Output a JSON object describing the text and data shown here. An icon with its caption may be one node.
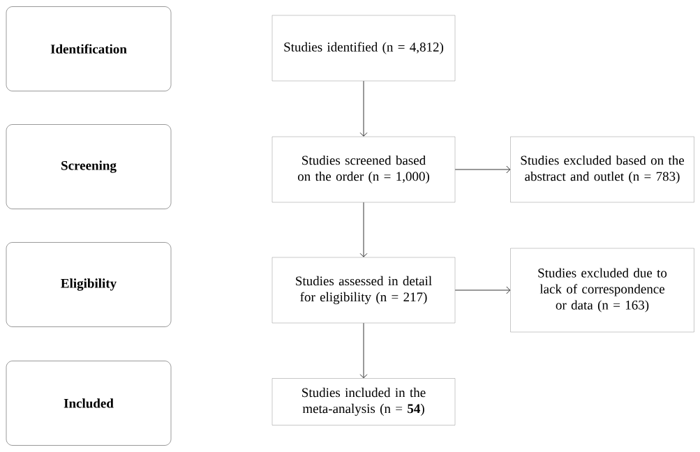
{
  "diagram": {
    "nodes": [
      {
        "text": [
          "Identification"
        ]
      },
      {
        "text": [
          "Screening"
        ]
      },
      {
        "text": [
          "Eligibility"
        ]
      },
      {
        "text": [
          "Included"
        ]
      },
      {
        "text": [
          "Studies identified (n = 4,812)"
        ]
      },
      {
        "text": [
          "Studies screened based on the order (n = 1,000)"
        ]
      },
      {
        "text": [
          "Studies excluded based on the abstract and outlet (n = 783)"
        ]
      },
      {
        "text": [
          "Studies assessed in detail for eligibility (n = 217)"
        ]
      },
      {
        "text": [
          "Studies excluded due to lack of correspondence or data (n = 163)"
        ]
      },
      {
        "text": [
          "Studies included in the meta-analysis (n = **54**)"
        ]
      }
    ],
    "edges": [
      {
        "from": 4,
        "to": 5,
        "arrow": "to"
      },
      {
        "from": 5,
        "to": 6,
        "arrow": "to"
      },
      {
        "from": 5,
        "to": 7,
        "arrow": "to"
      },
      {
        "from": 7,
        "to": 8,
        "arrow": "to"
      },
      {
        "from": 7,
        "to": 9,
        "arrow": "to"
      }
    ]
  }
}
